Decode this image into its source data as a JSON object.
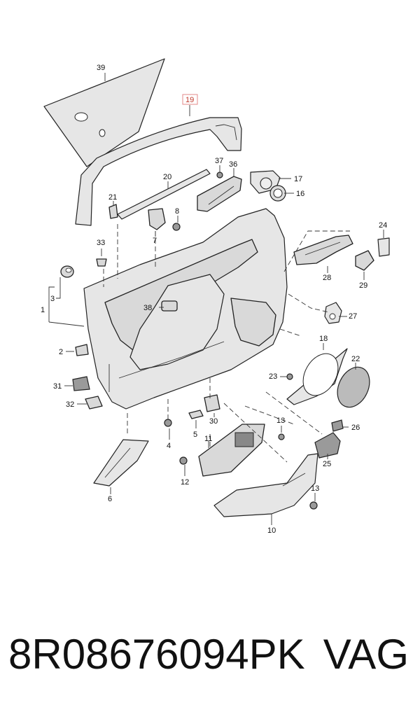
{
  "callouts": {
    "c39": "39",
    "c19": "19",
    "c37": "37",
    "c36": "36",
    "c17": "17",
    "c16": "16",
    "c20": "20",
    "c21": "21",
    "c8": "8",
    "c7": "7",
    "c33": "33",
    "c24": "24",
    "c28": "28",
    "c29": "29",
    "c3": "3",
    "c1": "1",
    "c38": "38",
    "c27": "27",
    "c18": "18",
    "c22": "22",
    "c2": "2",
    "c23": "23",
    "c31": "31",
    "c32": "32",
    "c4": "4",
    "c5": "5",
    "c30": "30",
    "c13a": "13",
    "c26": "26",
    "c11": "11",
    "c25": "25",
    "c6": "6",
    "c12": "12",
    "c13b": "13",
    "c10": "10"
  },
  "highlighted_part": "19",
  "footer": {
    "part_number": "8R08676094PK",
    "brand": "VAG"
  }
}
